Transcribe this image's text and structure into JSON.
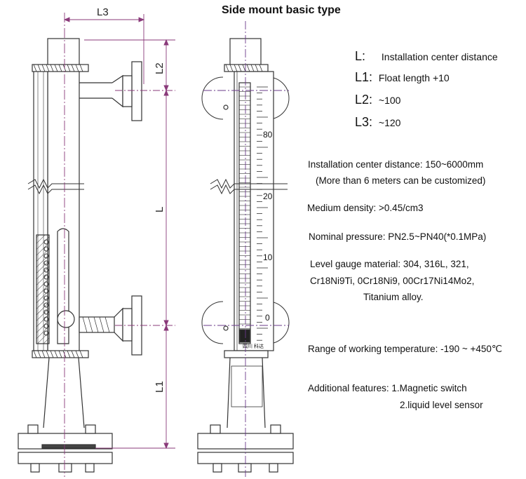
{
  "title": "Side mount basic type",
  "dims": {
    "L3": "L3",
    "L2": "L2",
    "L": "L",
    "L1": "L1"
  },
  "legend": [
    {
      "key": "L:",
      "text": "Installation center distance"
    },
    {
      "key": "L1:",
      "text": "Float length +10"
    },
    {
      "key": "L2:",
      "text": "~100"
    },
    {
      "key": "L3:",
      "text": "~120"
    }
  ],
  "scale_marks": [
    "80",
    "20",
    "10",
    "0"
  ],
  "nameplate": "四川 科达",
  "specs": {
    "install_1": "Installation center distance: 150~6000mm",
    "install_2": "(More than 6 meters can be customized)",
    "density": "Medium density: >0.45/cm3",
    "pressure": "Nominal pressure: PN2.5~PN40(*0.1MPa)",
    "material_1": "Level gauge material: 304, 316L, 321,",
    "material_2": "Cr18Ni9Ti, 0Cr18Ni9, 00Cr17Ni14Mo2,",
    "material_3": "Titanium alloy.",
    "temperature": "Range of working temperature: -190 ~ +450℃",
    "features_1": "Additional features: 1.Magnetic switch",
    "features_2": "2.liquid level sensor"
  },
  "colors": {
    "line": "#333333",
    "dimension": "#8a3a7a",
    "center": "#6a3a8a"
  }
}
